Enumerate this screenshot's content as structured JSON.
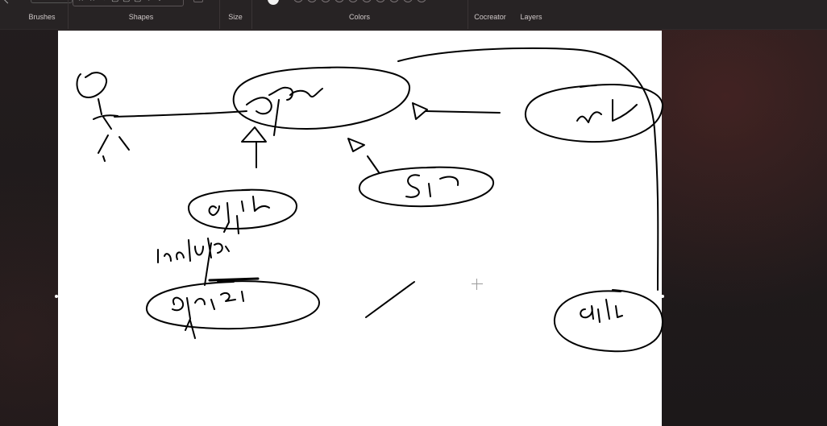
{
  "toolbar": {
    "groups": {
      "brushes": "Brushes",
      "shapes": "Shapes",
      "size": "Size",
      "colors": "Colors",
      "cocreator": "Cocreator",
      "layers": "Layers"
    },
    "colors": {
      "selected": "#f2f2f2",
      "palette_count": 10
    }
  },
  "canvas": {
    "background": "#ffffff",
    "ink_color": "#000000"
  }
}
